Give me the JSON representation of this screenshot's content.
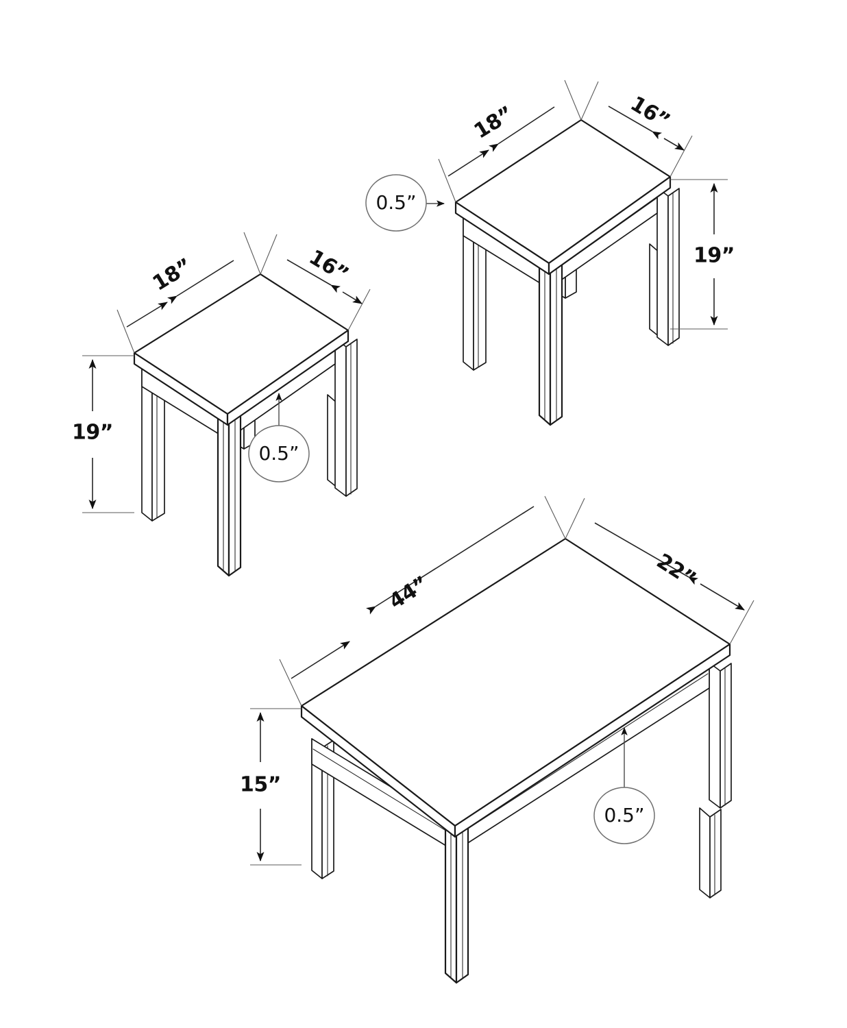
{
  "document": {
    "kind": "furniture-dimension-drawing",
    "background_color": "#ffffff",
    "line_color": "#1a1a1a",
    "callout_stroke_color": "#6e6e6e",
    "unit_symbol": "”"
  },
  "tables": [
    {
      "id": "end-table-left",
      "name": "End Table",
      "labels": {
        "length": "18”",
        "width": "16”",
        "height": "19”",
        "thickness": "0.5”"
      },
      "values": {
        "length_in": 18,
        "width_in": 16,
        "height_in": 19,
        "top_thickness_in": 0.5
      }
    },
    {
      "id": "end-table-right",
      "name": "End Table",
      "labels": {
        "length": "18”",
        "width": "16”",
        "height": "19”",
        "thickness": "0.5”"
      },
      "values": {
        "length_in": 18,
        "width_in": 16,
        "height_in": 19,
        "top_thickness_in": 0.5
      }
    },
    {
      "id": "coffee-table",
      "name": "Coffee Table",
      "labels": {
        "length": "44”",
        "width": "22”",
        "height": "15”",
        "thickness": "0.5”"
      },
      "values": {
        "length_in": 44,
        "width_in": 22,
        "height_in": 15,
        "top_thickness_in": 0.5
      }
    }
  ],
  "dimension_labels": {
    "left_end_table_length": "18”",
    "left_end_table_width": "16”",
    "left_end_table_height": "19”",
    "left_end_table_thickness": "0.5”",
    "right_end_table_length": "18”",
    "right_end_table_width": "16”",
    "right_end_table_height": "19”",
    "right_end_table_thickness": "0.5”",
    "coffee_table_length": "44”",
    "coffee_table_width": "22”",
    "coffee_table_height": "15”",
    "coffee_table_thickness": "0.5”"
  }
}
